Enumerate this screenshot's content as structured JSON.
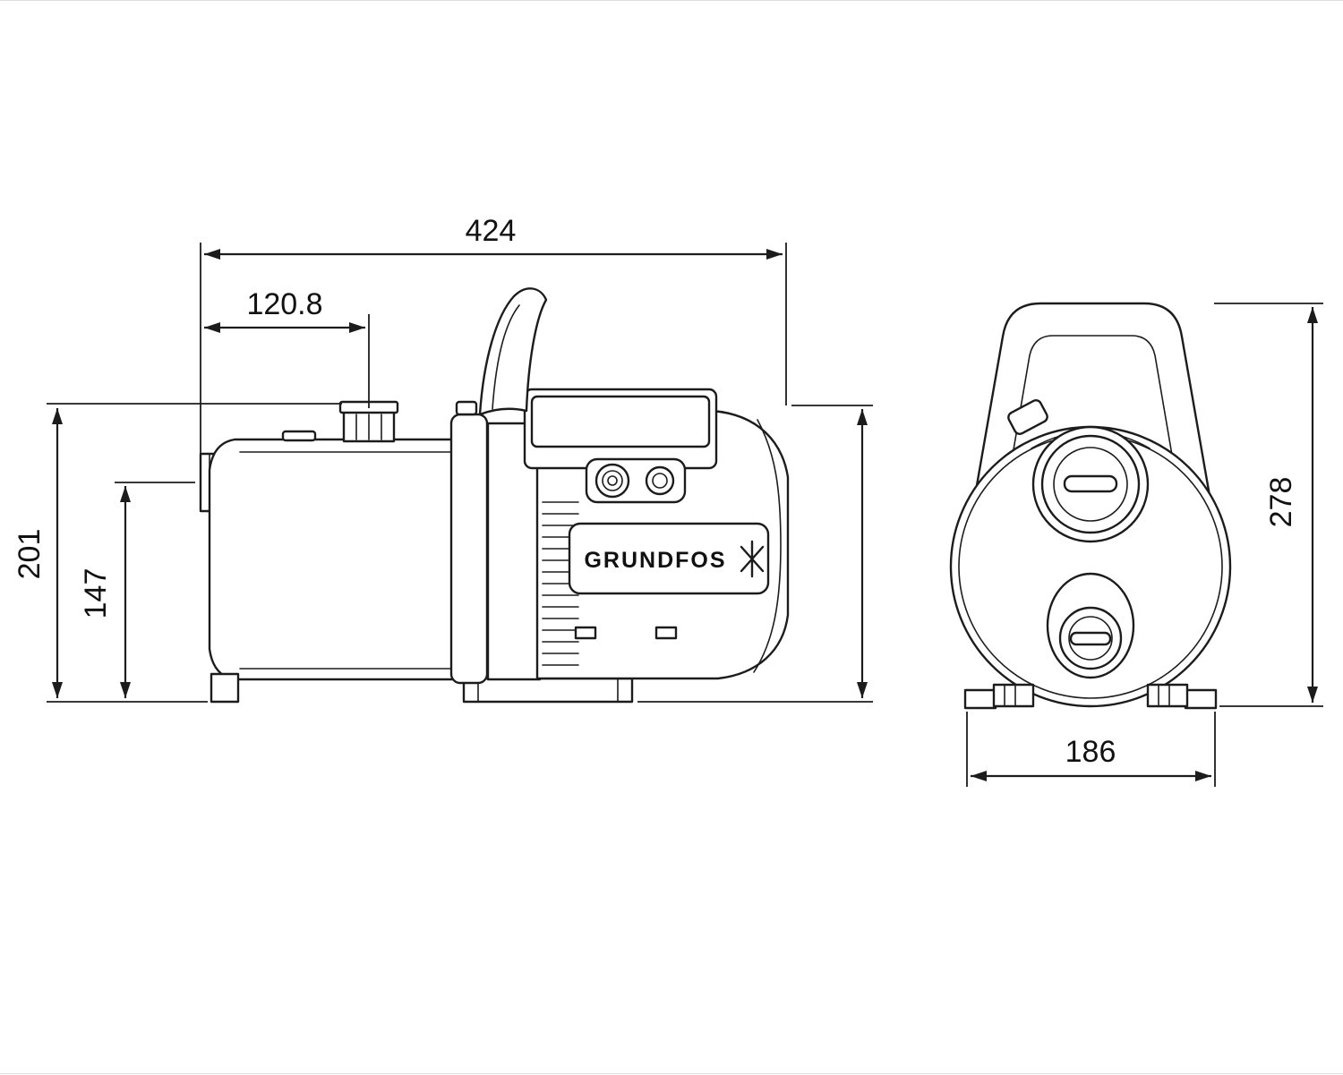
{
  "colors": {
    "line": "#1c1c1c",
    "background": "#ffffff"
  },
  "brand": {
    "label": "GRUNDFOS"
  },
  "dimensions": {
    "overall_length": "424",
    "discharge_port_offset": "120.8",
    "overall_height": "201",
    "suction_port_height": "147",
    "front_height": "278",
    "front_width": "186"
  }
}
